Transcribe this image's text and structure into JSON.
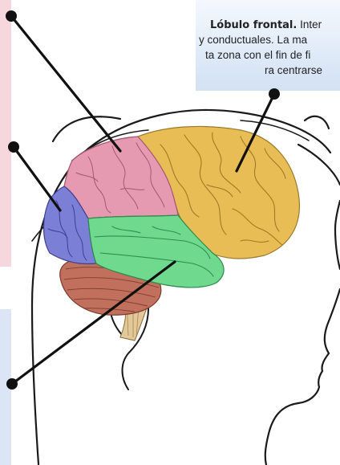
{
  "frontal_box": {
    "title": "Lóbulo frontal.",
    "line1_rest": "Inter",
    "line2": "y conductuales. La ma",
    "line3": "ta zona con el fin de fi",
    "line4": "ra centrarse"
  },
  "colors": {
    "frontal": "#e8bd55",
    "parietal": "#e59ab2",
    "occipital": "#7b7fd6",
    "temporal": "#6fd98e",
    "cerebellum": "#c0705c",
    "brainstem": "#e3c99a",
    "left_panel_pink": "#f6d9df",
    "left_panel_blue": "#d8e3f4",
    "top_box": "#d9e6f6",
    "leader": "#111111"
  },
  "icons": [
    "pointer-dot-icon"
  ]
}
